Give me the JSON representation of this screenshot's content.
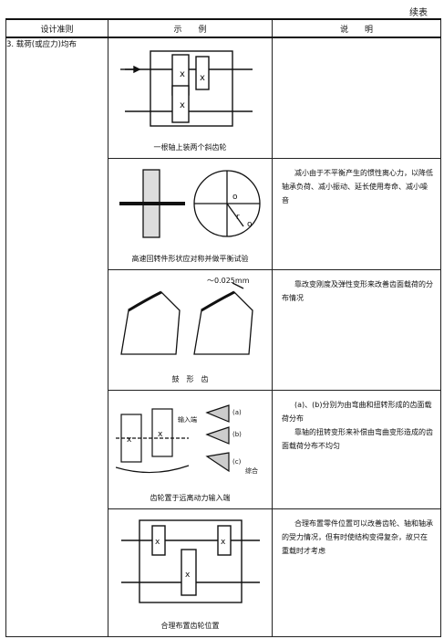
{
  "header_note": "续表",
  "columns": [
    "设计准则",
    "示　　例",
    "说　　明"
  ],
  "criterion": "3. 载荷(或应力)均布",
  "rows": [
    {
      "caption": "一根轴上装两个斜齿轮",
      "description": []
    },
    {
      "caption": "高速回转件形状应对称并做平衡试验",
      "description": [
        "减小由于不平衡产生的惯性离心力，以降低轴承负荷、减小振动、延长使用寿命、减小噪音"
      ],
      "labels": {
        "o1": "o",
        "o2": "o",
        "r": "r"
      }
    },
    {
      "caption": "鼓　形　齿",
      "description": [
        "靠改变刚度及弹性变形来改善齿面载荷的分布情况"
      ],
      "labels": {
        "dim": "～0.025mm"
      }
    },
    {
      "caption": "齿轮置于远离动力输入端",
      "description": [
        "(a)、(b)分别为由弯曲和扭转形成的齿面载荷分布",
        "靠轴的扭转变形来补偿由弯曲变形造成的齿面载荷分布不均匀"
      ],
      "labels": {
        "a": "(a)",
        "b": "(b)",
        "c": "(c)",
        "input": "输入端",
        "result": "综合"
      }
    },
    {
      "caption": "合理布置齿轮位置",
      "description": [
        "合理布置零件位置可以改善齿轮、轴和轴承的受力情况，但有时使结构变得复杂，故只在重载时才考虑"
      ]
    }
  ]
}
